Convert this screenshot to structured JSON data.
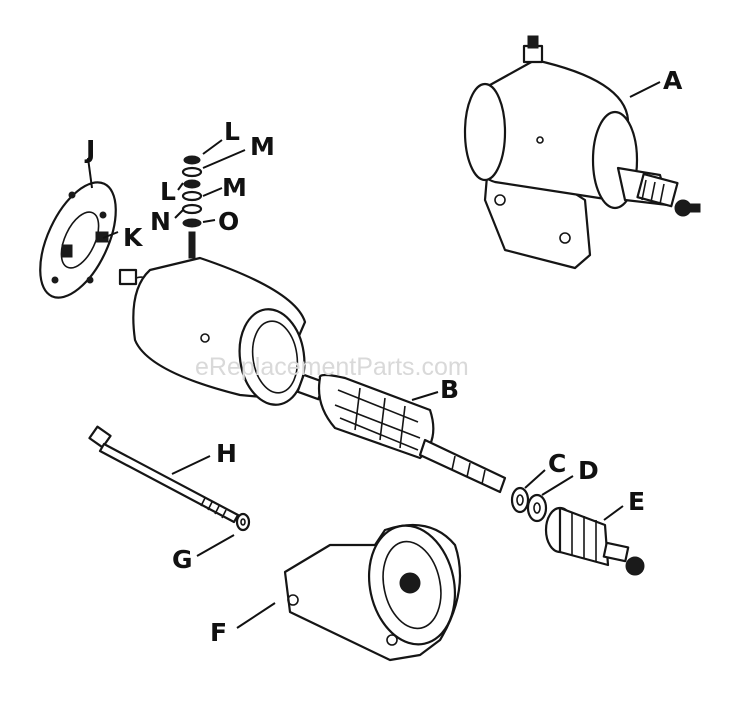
{
  "watermark": "eReplacementParts.com",
  "callouts": {
    "A": "A",
    "B": "B",
    "C": "C",
    "D": "D",
    "E": "E",
    "F": "F",
    "G": "G",
    "H": "H",
    "J": "J",
    "K": "K",
    "L1": "L",
    "M1": "M",
    "L2": "L",
    "M2": "M",
    "N": "N",
    "O": "O"
  }
}
